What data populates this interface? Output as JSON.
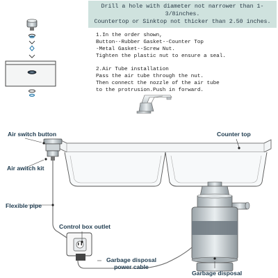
{
  "banner": {
    "line1": "Drill a hole with diameter not narrower than 1-3/8inches.",
    "line2": "Countertop or Sinktop not thicker than 2.50 inches."
  },
  "steps": {
    "step1": [
      "1.In the order shown,",
      "Button--Rubber Gasket--Counter Top",
      "-Metal Gasket--Screw Nut.",
      "Tighten the plastic nut to ensure a seal."
    ],
    "step2": [
      "2.Air Tube installation",
      "Pass the air tube through the nut.",
      "Then connect the nozzle of the air tube",
      "to the protrusion.Push in forward."
    ]
  },
  "labels": {
    "air_switch_button": "Air switch button",
    "air_switch_kit": "Air awitch kit",
    "flexible_pipe": "Flexible pipe",
    "control_box_outlet": "Control box outlet",
    "power_cable_line1": "Garbage disposal",
    "power_cable_line2": "power cable",
    "counter_top": "Counter top",
    "garbage_disposal": "Garbage disposal"
  },
  "colors": {
    "banner_bg": "#cfe2de",
    "label_text": "#1d3a4e",
    "line": "#555555"
  },
  "icons": [
    "button-cap-icon",
    "gasket-icon",
    "countertop-hole-icon",
    "metal-gasket-icon",
    "screw-nut-icon",
    "faucet-icon",
    "sink-icon",
    "disposal-unit-icon",
    "outlet-icon"
  ]
}
